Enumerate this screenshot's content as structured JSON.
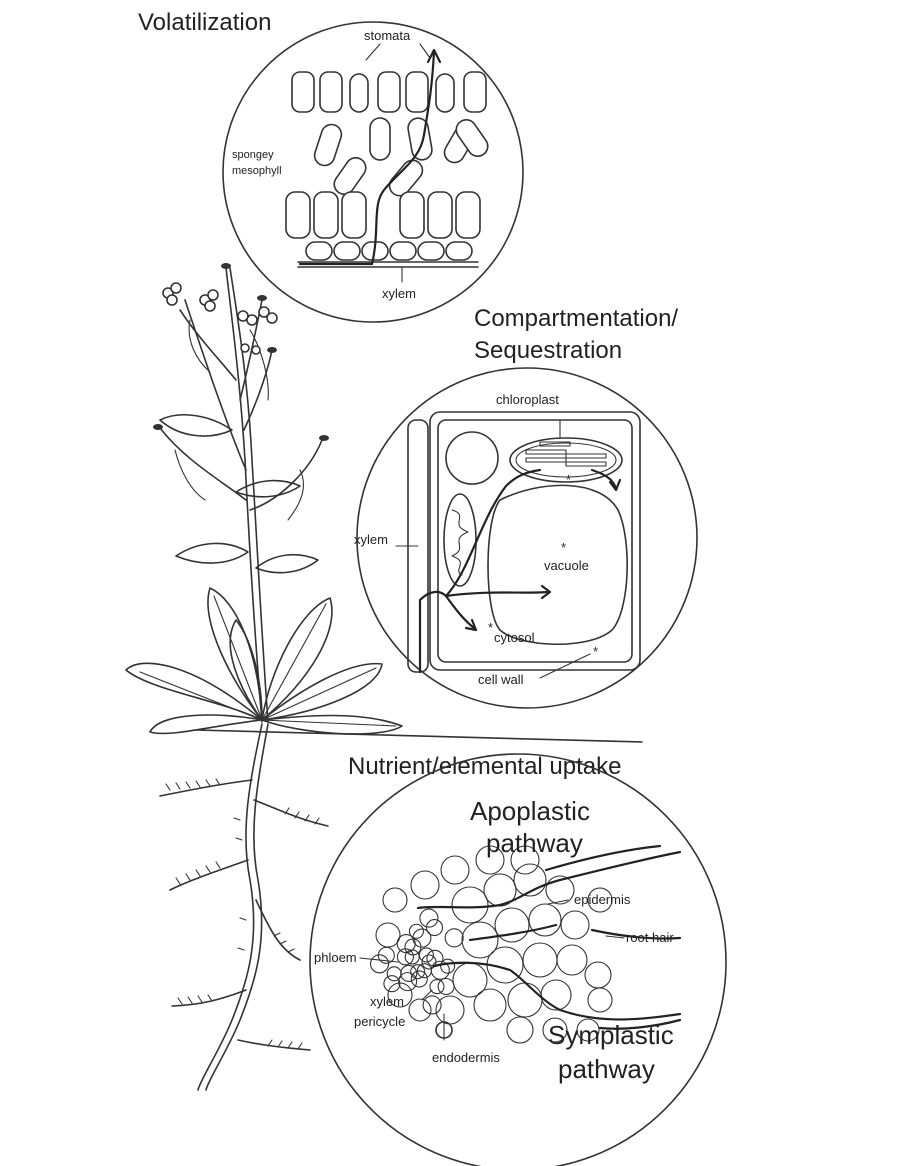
{
  "headings": {
    "volatilization": "Volatilization",
    "compartmentation_line1": "Compartmentation/",
    "compartmentation_line2": "Sequestration",
    "uptake": "Nutrient/elemental uptake"
  },
  "volatilization_panel": {
    "stomata": "stomata",
    "spongey_line1": "spongey",
    "spongey_line2": "mesophyll",
    "xylem": "xylem"
  },
  "compartment_panel": {
    "chloroplast": "chloroplast",
    "xylem": "xylem",
    "vacuole": "vacuole",
    "cytosol": "cytosol",
    "cell_wall": "cell wall",
    "marker": "*"
  },
  "uptake_panel": {
    "apoplastic_line1": "Apoplastic",
    "apoplastic_line2": "pathway",
    "epidermis": "epidermis",
    "root_hair": "root hair",
    "phloem": "phloem",
    "xylem": "xylem",
    "pericycle": "pericycle",
    "endodermis": "endodermis",
    "symplastic_line1": "Symplastic",
    "symplastic_line2": "pathway"
  },
  "colors": {
    "ink": "#333333",
    "background": "#ffffff"
  }
}
